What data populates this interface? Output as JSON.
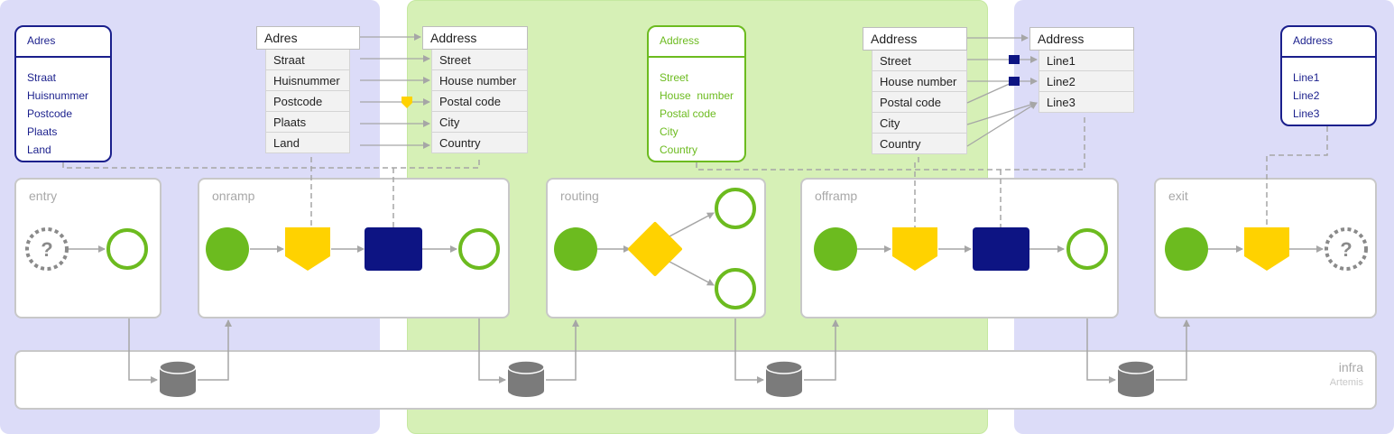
{
  "stages": [
    "entry",
    "onramp",
    "routing",
    "offramp",
    "exit"
  ],
  "infra": {
    "title": "infra",
    "subtitle": "Artemis"
  },
  "entity_left": {
    "title": "Adres",
    "fields": [
      "Straat",
      "Huisnummer",
      "Postcode",
      "Plaats",
      "Land"
    ]
  },
  "entity_mid": {
    "title": "Address",
    "fields": [
      "Street",
      "House  number",
      "Postal code",
      "City",
      "Country"
    ]
  },
  "entity_right": {
    "title": "Address",
    "fields": [
      "Line1",
      "Line2",
      "Line3"
    ]
  },
  "map_onramp_src": {
    "title": "Adres",
    "rows": [
      "Straat",
      "Huisnummer",
      "Postcode",
      "Plaats",
      "Land"
    ]
  },
  "map_onramp_dst": {
    "title": "Address",
    "rows": [
      "Street",
      "House number",
      "Postal code",
      "City",
      "Country"
    ]
  },
  "map_offramp_src": {
    "title": "Address",
    "rows": [
      "Street",
      "House number",
      "Postal code",
      "City",
      "Country"
    ]
  },
  "map_offramp_dst": {
    "title": "Address",
    "rows": [
      "Line1",
      "Line2",
      "Line3"
    ]
  },
  "unknown_glyph": "?",
  "colors": {
    "zone_blue": "#dcdcf8",
    "zone_green": "#d6f0b6",
    "green": "#6cbb1f",
    "yellow": "#ffd200",
    "navy": "#0d1483",
    "grey_db": "#7b7b7b",
    "line": "#a6a6a6",
    "blue_text": "#1a1f8c",
    "green_text": "#6cbb1f"
  },
  "icons": [
    "start-event-circle",
    "end-event-circle",
    "transform-pentagon",
    "enrich-rectangle",
    "gateway-diamond",
    "unknown-dashed-circle",
    "database-cylinder"
  ]
}
